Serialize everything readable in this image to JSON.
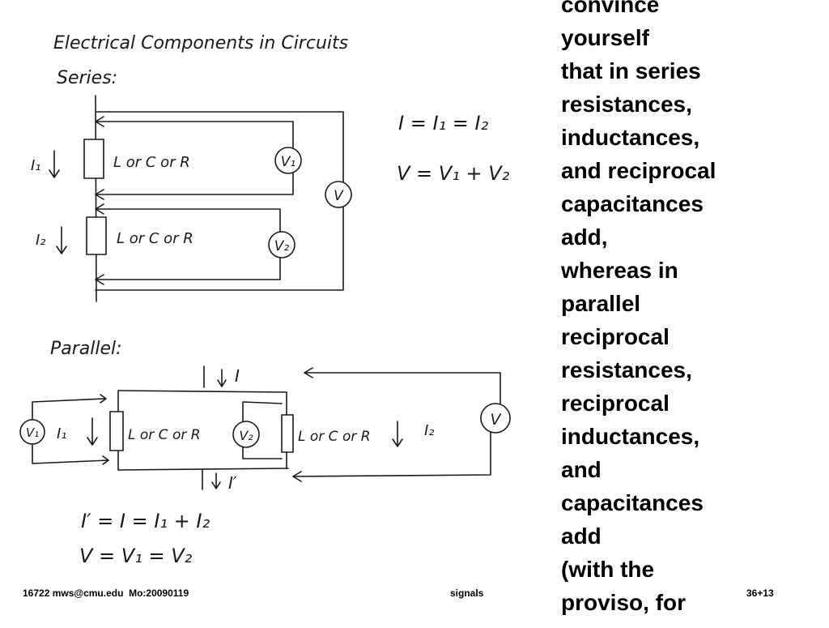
{
  "sketch": {
    "title": "Electrical Components in Circuits",
    "series": {
      "heading": "Series:",
      "component_label_1": "L or C or R",
      "component_label_2": "L or C or R",
      "current_1": "I₁",
      "current_2": "I₂",
      "voltmeter_1": "V₁",
      "voltmeter_2": "V₂",
      "voltmeter_total": "V",
      "equation_current": "I = I₁ = I₂",
      "equation_voltage": "V = V₁ + V₂"
    },
    "parallel": {
      "heading": "Parallel:",
      "current_in": "I",
      "current_out": "I′",
      "current_1": "I₁",
      "current_2": "I₂",
      "component_label_1": "L or C or R",
      "component_label_2": "L or C or R",
      "voltmeter_1": "V₁",
      "voltmeter_2": "V₂",
      "voltmeter_total": "V",
      "equation_current": "I′ = I = I₁ + I₂",
      "equation_voltage": "V = V₁ = V₂"
    }
  },
  "side_text": "convince\nyourself\nthat in series\nresistances,\ninductances,\nand reciprocal\ncapacitances\nadd,\nwhereas in\nparallel\nreciprocal\nresistances,\nreciprocal\ninductances,\nand\ncapacitances\nadd\n(with the\nproviso, for",
  "footer": {
    "left": "16722 mws@cmu.edu  Mo:20090119",
    "center": "signals",
    "right": "36+13"
  }
}
